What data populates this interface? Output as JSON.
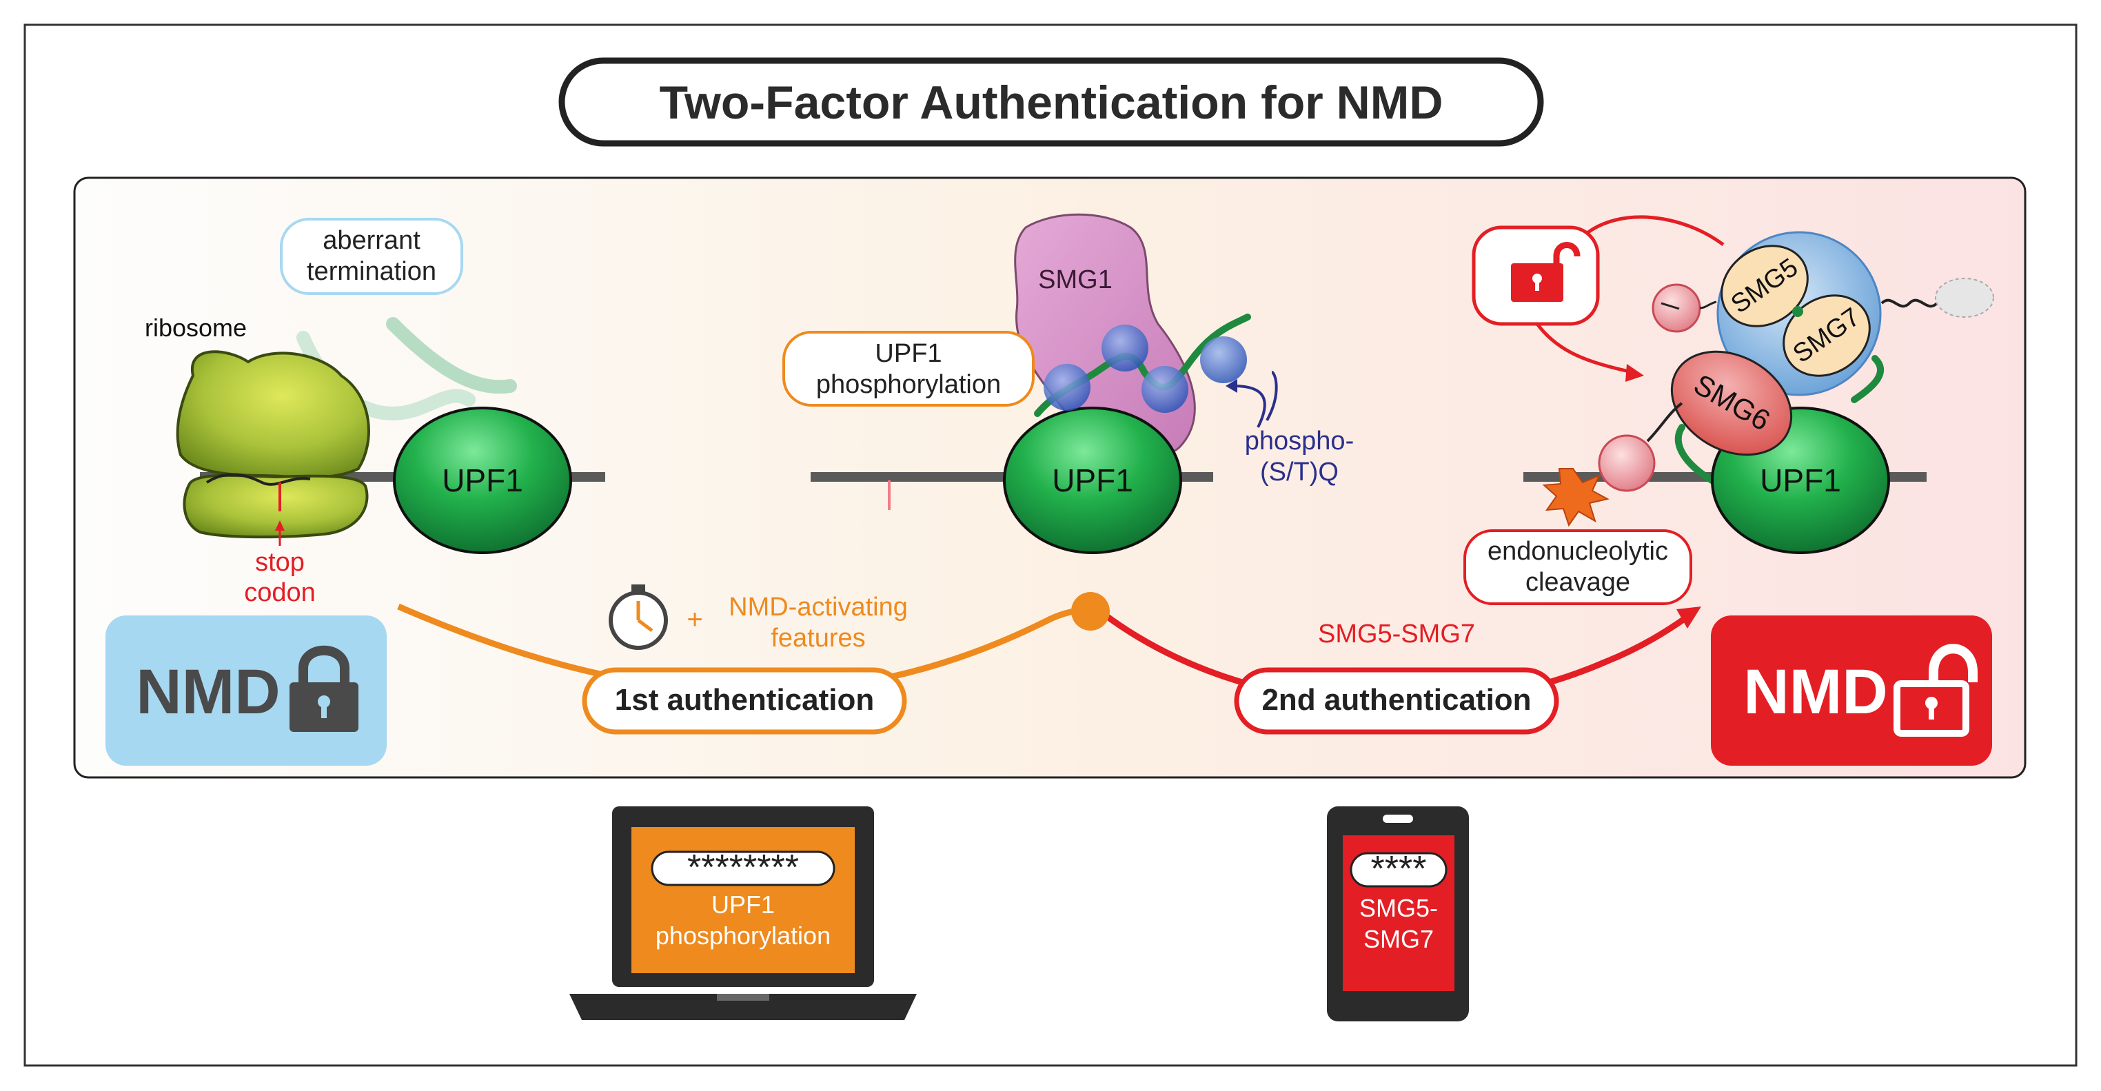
{
  "title": "Two-Factor Authentication for NMD",
  "left": {
    "aberrant": [
      "aberrant",
      "termination"
    ],
    "ribosome": "ribosome",
    "upf1": "UPF1",
    "stop": [
      "stop",
      "codon"
    ],
    "nmd": "NMD"
  },
  "middle": {
    "smg1": "SMG1",
    "upf1_phos": [
      "UPF1",
      "phosphorylation"
    ],
    "upf1": "UPF1",
    "phospho": [
      "phospho-",
      "(S/T)Q"
    ]
  },
  "right": {
    "smg5": "SMG5",
    "smg7": "SMG7",
    "smg6": "SMG6",
    "upf1": "UPF1",
    "cleavage": [
      "endonucleolytic",
      "cleavage"
    ],
    "nmd": "NMD"
  },
  "flow": {
    "plus": "+",
    "features": [
      "NMD-activating",
      "features"
    ],
    "auth1": "1st authentication",
    "smg57": "SMG5-SMG7",
    "auth2": "2nd authentication"
  },
  "devices": {
    "laptop_password": "********",
    "laptop_label": [
      "UPF1",
      "phosphorylation"
    ],
    "phone_password": "****",
    "phone_label": [
      "SMG5-",
      "SMG7"
    ]
  },
  "colors": {
    "orange": "#ee8a1e",
    "red": "#e31e24",
    "green": "#1f9a4a",
    "blue_lock": "#a6d8f2",
    "dark": "#2b2b2b",
    "navy": "#2b2f8c"
  }
}
